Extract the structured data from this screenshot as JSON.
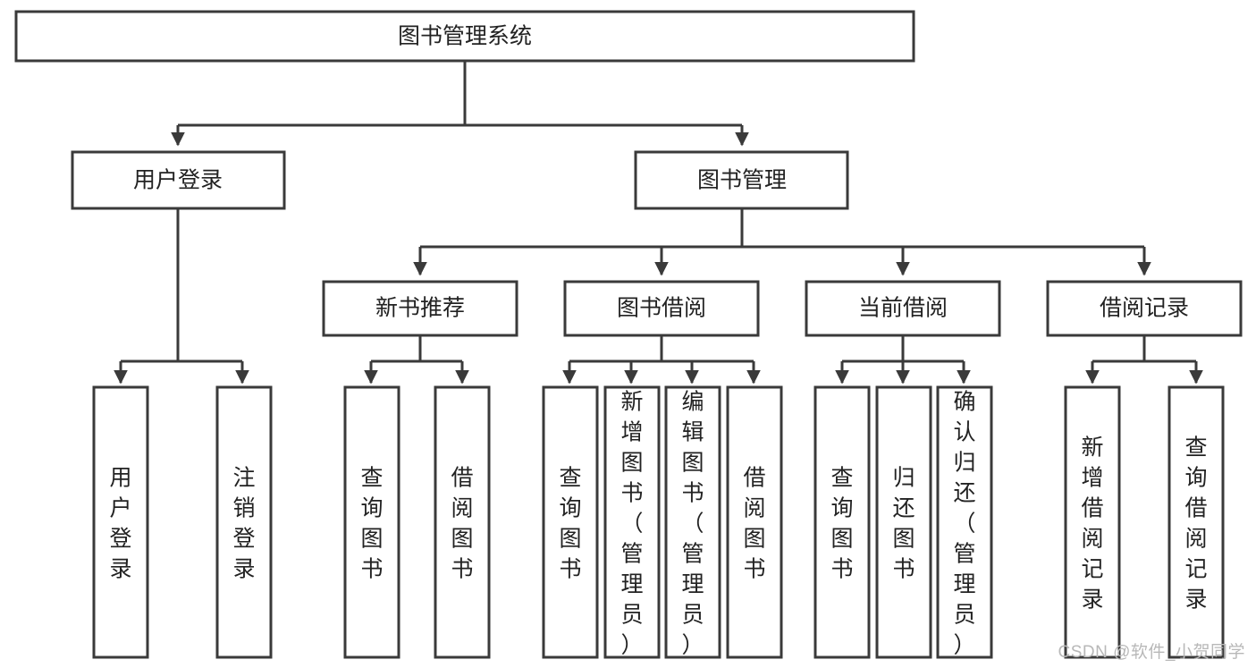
{
  "diagram": {
    "type": "tree-hierarchy",
    "title": "图书管理系统",
    "orientation": "top-down",
    "watermark": "CSDN @软件_小贺同学",
    "colors": {
      "box_stroke": "#3a3a3a",
      "box_fill": "#ffffff",
      "connector": "#3a3a3a",
      "text": "#222222",
      "background": "#ffffff",
      "watermark": "#b8b8b8"
    },
    "levels": [
      {
        "level": 1,
        "nodes": [
          {
            "id": "root",
            "label": "图书管理系统",
            "orientation": "horizontal"
          }
        ]
      },
      {
        "level": 2,
        "nodes": [
          {
            "id": "login",
            "label": "用户登录",
            "orientation": "horizontal",
            "parent": "root"
          },
          {
            "id": "bookmgr",
            "label": "图书管理",
            "orientation": "horizontal",
            "parent": "root"
          }
        ]
      },
      {
        "level": 3,
        "nodes": [
          {
            "id": "newbook",
            "label": "新书推荐",
            "orientation": "horizontal",
            "parent": "bookmgr"
          },
          {
            "id": "borrow",
            "label": "图书借阅",
            "orientation": "horizontal",
            "parent": "bookmgr"
          },
          {
            "id": "current",
            "label": "当前借阅",
            "orientation": "horizontal",
            "parent": "bookmgr"
          },
          {
            "id": "records",
            "label": "借阅记录",
            "orientation": "horizontal",
            "parent": "bookmgr"
          }
        ]
      },
      {
        "level": 4,
        "nodes": [
          {
            "id": "leaf-1",
            "label": "用户登录",
            "orientation": "vertical",
            "parent": "login"
          },
          {
            "id": "leaf-2",
            "label": "注销登录",
            "orientation": "vertical",
            "parent": "login"
          },
          {
            "id": "leaf-3",
            "label": "查询图书",
            "orientation": "vertical",
            "parent": "newbook"
          },
          {
            "id": "leaf-4",
            "label": "借阅图书",
            "orientation": "vertical",
            "parent": "newbook"
          },
          {
            "id": "leaf-5",
            "label": "查询图书",
            "orientation": "vertical",
            "parent": "borrow"
          },
          {
            "id": "leaf-6",
            "label": "新增图书（管理员）",
            "orientation": "vertical",
            "parent": "borrow"
          },
          {
            "id": "leaf-7",
            "label": "编辑图书（管理员）",
            "orientation": "vertical",
            "parent": "borrow"
          },
          {
            "id": "leaf-8",
            "label": "借阅图书",
            "orientation": "vertical",
            "parent": "borrow"
          },
          {
            "id": "leaf-9",
            "label": "查询图书",
            "orientation": "vertical",
            "parent": "current"
          },
          {
            "id": "leaf-10",
            "label": "归还图书",
            "orientation": "vertical",
            "parent": "current"
          },
          {
            "id": "leaf-11",
            "label": "确认归还（管理员）",
            "orientation": "vertical",
            "parent": "current"
          },
          {
            "id": "leaf-12",
            "label": "新增借阅记录",
            "orientation": "vertical",
            "parent": "records"
          },
          {
            "id": "leaf-13",
            "label": "查询借阅记录",
            "orientation": "vertical",
            "parent": "records"
          }
        ]
      }
    ]
  }
}
